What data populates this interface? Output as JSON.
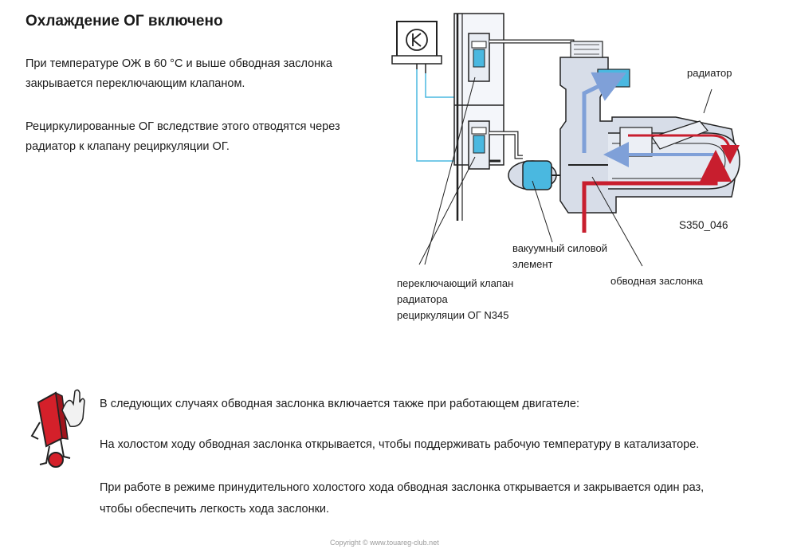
{
  "heading": "Охлаждение ОГ включено",
  "paragraphs": [
    "При температуре ОЖ в 60 °C и выше обводная заслонка закрывается переключающим клапаном.",
    "Рециркулированные ОГ вследствие этого отводятся через радиатор к клапану рециркуляции ОГ."
  ],
  "diagram": {
    "labels": {
      "radiator": "радиатор",
      "figure_code": "S350_046",
      "vacuum_actuator": "вакуумный силовой элемент",
      "bypass_flap": "обводная заслонка",
      "switch_valve": "переключающий клапан радиатора рециркуляции ОГ N345"
    },
    "colors": {
      "coolant_blue": "#4ab8e0",
      "hot_gas_red": "#c81e2e",
      "cool_gas_blue": "#7fa0d8",
      "housing": "#d7dde8"
    }
  },
  "warning_icon": "exclamation-hand-icon",
  "notes": [
    "В следующих случаях обводная заслонка включается также при работающем двигателе:",
    "На холостом ходу обводная заслонка открывается, чтобы поддерживать рабочую температуру в катализаторе.",
    "При работе в режиме принудительного холостого хода обводная заслонка открывается и закрывается один раз, чтобы обеспечить легкость хода заслонки."
  ],
  "footer": "Copyright © www.touareg-club.net"
}
